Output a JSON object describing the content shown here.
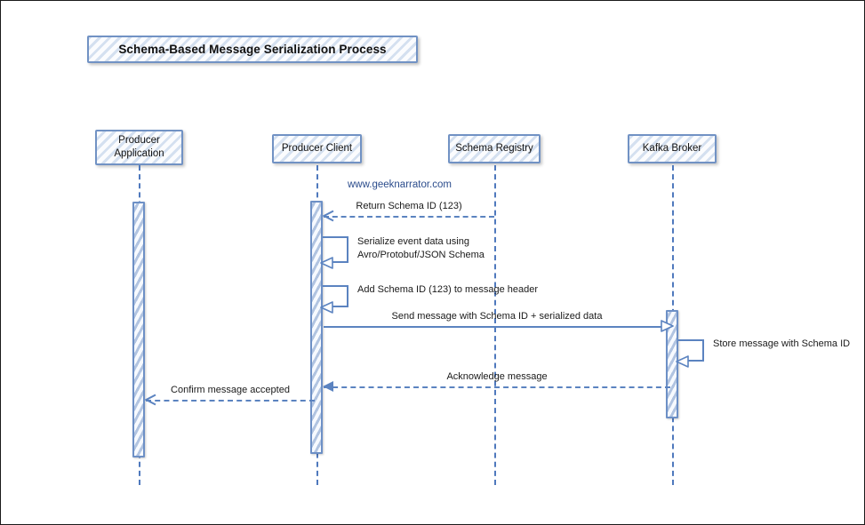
{
  "diagram": {
    "title": "Schema-Based Message Serialization Process",
    "watermark": "www.geeknarrator.com",
    "accent_color": "#5b83c0",
    "border_color": "#7192c4",
    "watermark_color": "#2b4c8c",
    "frame_color": "#1a1a1a"
  },
  "participants": [
    {
      "id": "producer-application",
      "label": "Producer\nApplication"
    },
    {
      "id": "producer-client",
      "label": "Producer Client"
    },
    {
      "id": "schema-registry",
      "label": "Schema Registry"
    },
    {
      "id": "kafka-broker",
      "label": "Kafka Broker"
    }
  ],
  "messages": [
    {
      "id": "return-schema-id",
      "label": "Return Schema ID (123)",
      "from": "schema-registry",
      "to": "producer-client",
      "style": "dashed",
      "direction": "left",
      "arrowhead": "vee"
    },
    {
      "id": "serialize-event-data",
      "label": "Serialize event data using\nAvro/Protobuf/JSON Schema",
      "from": "producer-client",
      "to": "producer-client",
      "style": "solid",
      "direction": "self",
      "arrowhead": "open"
    },
    {
      "id": "add-schema-id-header",
      "label": "Add Schema ID (123) to message header",
      "from": "producer-client",
      "to": "producer-client",
      "style": "solid",
      "direction": "self",
      "arrowhead": "open"
    },
    {
      "id": "send-message",
      "label": "Send message with Schema ID + serialized data",
      "from": "producer-client",
      "to": "kafka-broker",
      "style": "solid",
      "direction": "right",
      "arrowhead": "open"
    },
    {
      "id": "store-message",
      "label": "Store message with Schema ID",
      "from": "kafka-broker",
      "to": "kafka-broker",
      "style": "solid",
      "direction": "self",
      "arrowhead": "open"
    },
    {
      "id": "acknowledge-message",
      "label": "Acknowledge message",
      "from": "kafka-broker",
      "to": "producer-client",
      "style": "dashed",
      "direction": "left",
      "arrowhead": "solid"
    },
    {
      "id": "confirm-message-accepted",
      "label": "Confirm message accepted",
      "from": "producer-client",
      "to": "producer-application",
      "style": "dashed",
      "direction": "left",
      "arrowhead": "vee"
    }
  ]
}
